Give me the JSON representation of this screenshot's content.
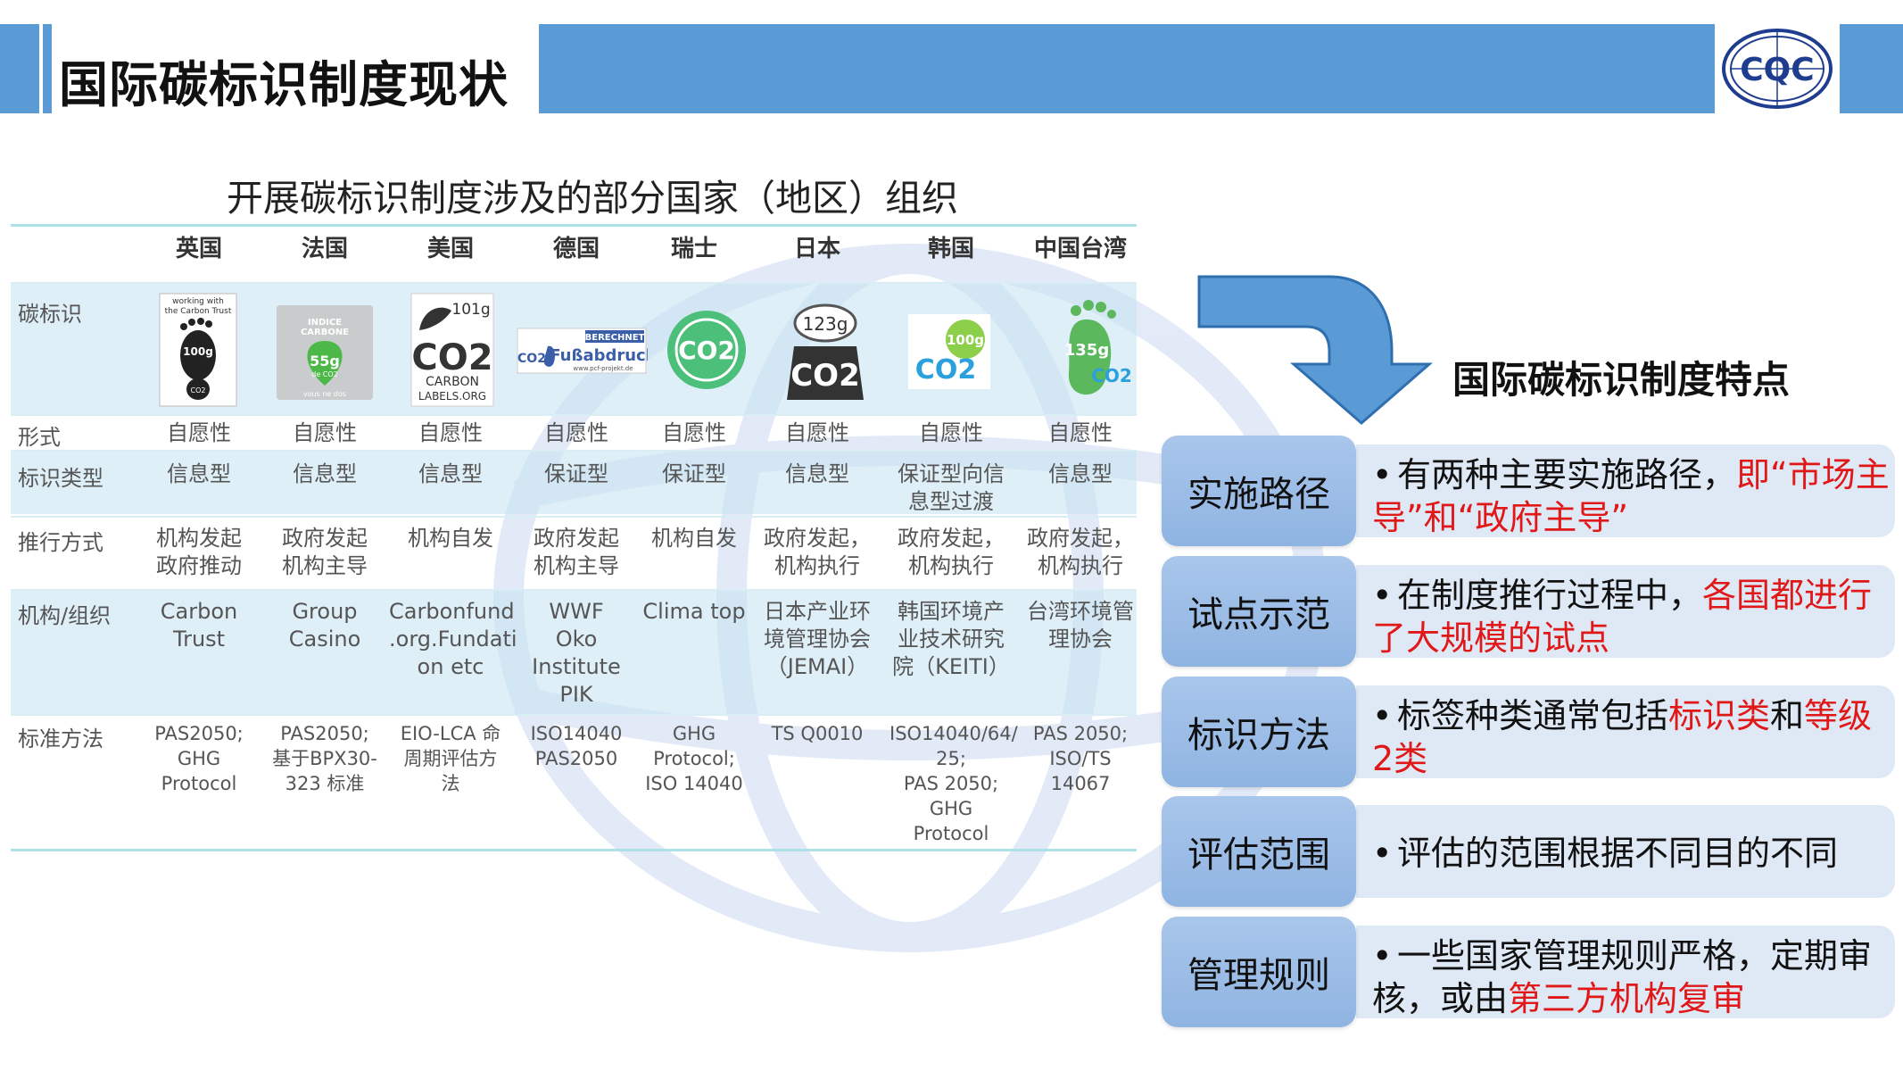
{
  "header": {
    "title": "国际碳标识制度现状",
    "logo_text": "CQC"
  },
  "subtitle": "开展碳标识制度涉及的部分国家（地区）组织",
  "table": {
    "countries": [
      "英国",
      "法国",
      "美国",
      "德国",
      "瑞士",
      "日本",
      "韩国",
      "中国台湾"
    ],
    "row_labels": [
      "碳标识",
      "形式",
      "标识类型",
      "推行方式",
      "机构/组织",
      "标准方法"
    ],
    "form": [
      "自愿性",
      "自愿性",
      "自愿性",
      "自愿性",
      "自愿性",
      "自愿性",
      "自愿性",
      "自愿性"
    ],
    "label_type": [
      "信息型",
      "信息型",
      "信息型",
      "保证型",
      "保证型",
      "信息型",
      "保证型向信\n息型过渡",
      "信息型"
    ],
    "promotion": [
      "机构发起\n政府推动",
      "政府发起\n机构主导",
      "机构自发",
      "政府发起\n机构主导",
      "机构自发",
      "政府发起，\n机构执行",
      "政府发起，\n机构执行",
      "政府发起，\n机构执行"
    ],
    "organization": [
      "Carbon\nTrust",
      "Group\nCasino",
      "Carbonfund\n.org.Fundati\non  etc",
      "WWF\nOko\nInstitute\nPIK",
      "Clima top",
      "日本产业环\n境管理协会\n（JEMAI）",
      "韩国环境产\n业技术研究\n院（KEITI）",
      "台湾环境管\n理协会"
    ],
    "standard": [
      "PAS2050;\nGHG\nProtocol",
      "PAS2050;\n基于BPX30-\n323 标准",
      "EIO-LCA 命\n周期评估方\n法",
      "ISO14040\nPAS2050",
      "GHG\nProtocol;\nISO 14040",
      "TS Q0010",
      "ISO14040/64/\n25;\nPAS 2050;\nGHG Protocol",
      "PAS 2050;\nISO/TS\n14067"
    ],
    "logos": {
      "uk": {
        "line1": "working with",
        "line2": "the Carbon Trust",
        "value": "100g",
        "unit": "CO2"
      },
      "fr": {
        "line1": "INDICE",
        "line2": "CARBONE",
        "value": "55g",
        "unit": "de CO2",
        "foot": "vous ne dos"
      },
      "us": {
        "value": "101g",
        "co2": "CO2",
        "line1": "CARBON",
        "line2": "LABELS.ORG"
      },
      "de": {
        "badge": "BERECHNET",
        "co2": "CO2",
        "text": "Fußabdruck",
        "foot": "www.pcf-projekt.de"
      },
      "ch": {
        "co2": "CO2"
      },
      "jp": {
        "value": "123g",
        "co2": "CO2"
      },
      "kr": {
        "value": "100g",
        "co2": "CO2"
      },
      "tw": {
        "value": "135g",
        "co2": "CO2"
      }
    }
  },
  "features": {
    "title": "国际碳标识制度特点",
    "items": [
      {
        "label": "实施路径",
        "segments": [
          {
            "t": "有两种主要实施路径，",
            "red": false
          },
          {
            "t": "即“市场主导”和“政府主导”",
            "red": true
          }
        ]
      },
      {
        "label": "试点示范",
        "segments": [
          {
            "t": "在制度推行过程中，",
            "red": false
          },
          {
            "t": "各国都进行了大规模的试点",
            "red": true
          }
        ]
      },
      {
        "label": "标识方法",
        "segments": [
          {
            "t": "标签种类通常包括",
            "red": false
          },
          {
            "t": "标识类",
            "red": true
          },
          {
            "t": "和",
            "red": false
          },
          {
            "t": "等级2类",
            "red": true
          }
        ]
      },
      {
        "label": "评估范围",
        "segments": [
          {
            "t": "评估的范围根据不同目的不同",
            "red": false
          }
        ]
      },
      {
        "label": "管理规则",
        "segments": [
          {
            "t": "一些国家管理规则严格，定期审核，或由",
            "red": false
          },
          {
            "t": "第三方机构复审",
            "red": true
          }
        ]
      }
    ]
  },
  "colors": {
    "accent": "#5b9bd5",
    "red": "#e01818",
    "panel": "#dfe8f5"
  }
}
